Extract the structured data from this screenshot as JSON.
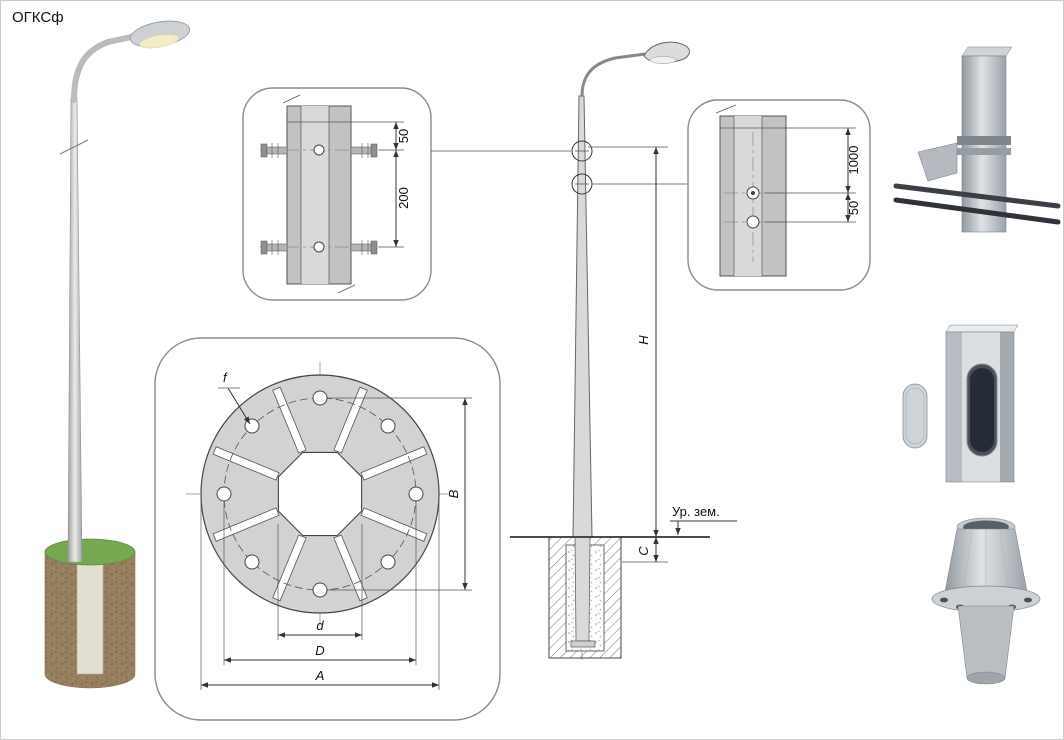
{
  "title": "ОГКСф",
  "detail_top": {
    "dim_top": "50",
    "dim_bottom": "200"
  },
  "flange": {
    "dim_f": "f",
    "dim_B": "B",
    "dim_d": "d",
    "dim_D": "D",
    "dim_A": "A"
  },
  "elevation": {
    "dim_H": "H",
    "dim_C": "C",
    "ground": "Ур. зем."
  },
  "detail_side": {
    "dim_top": "1000",
    "dim_bottom": "50"
  },
  "colors": {
    "grass": "#76a851",
    "soil": "#97805f",
    "metal": "#c2c2c2",
    "line": "#444444"
  }
}
